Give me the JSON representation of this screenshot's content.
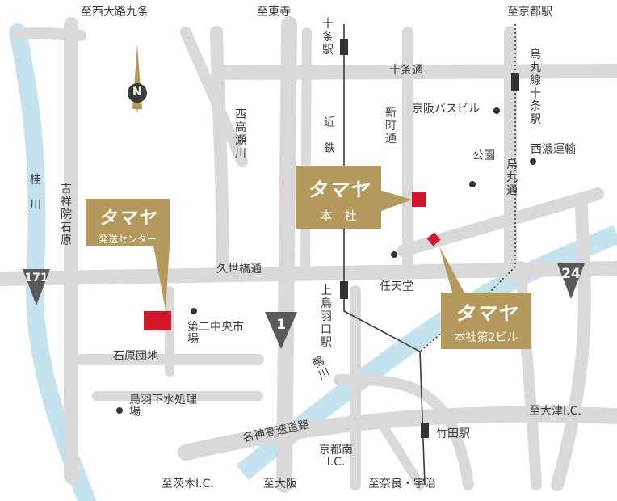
{
  "colors": {
    "road": "#d9d9d9",
    "river": "#c5e2ef",
    "gold": "#b5995c",
    "marker_red": "#d2172a",
    "shield": "#595959",
    "rail": "#3a3a3a",
    "text": "#3a3a3a"
  },
  "icons": {
    "north": "north-arrow-icon",
    "station": "station-icon",
    "poi": "poi-dot-icon",
    "route_shield": "route-shield-icon"
  },
  "compass": {
    "label": "N"
  },
  "directions": {
    "nishioji": "至西大路九条",
    "toji": "至東寺",
    "kyoto_station": "至京都駅",
    "otsu_ic": "至大津I.C.",
    "ibaraki_ic": "至茨木I.C.",
    "osaka": "至大阪",
    "nara_uji": "至奈良・宇治"
  },
  "streets": {
    "jujo_dori": "十条通",
    "kuze_bashi_dori": "久世橋通",
    "shinmachi_dori": "新町通",
    "karasuma_dori": "烏丸通",
    "meishin": "名神高速道路"
  },
  "vertical_labels": {
    "jujo_station": "十条駅",
    "kintetsu": "近鉄",
    "nishi_takase": "西高瀬川",
    "katsura": "桂川",
    "kisshoin": "吉祥院石原",
    "karasuma_jujo": "烏丸線十条駅",
    "kamitoba": "上鳥羽口駅",
    "kamogawa": "鴨川"
  },
  "pois": {
    "keihan_bus": "京阪バスビル",
    "park": "公園",
    "seino": "西濃運輸",
    "nintendo": "任天堂",
    "daini_ichiba": "第二中央市場",
    "ishihara_danchi": "石原団地",
    "toba_treatment": "鳥羽下水処理場",
    "kyoto_minami_ic": "京都南I.C.",
    "takeda_station": "竹田駅"
  },
  "callouts": {
    "hq": {
      "brand": "タマヤ",
      "sub": "本　社"
    },
    "shipping": {
      "brand": "タマヤ",
      "sub": "発送センター"
    },
    "hq2": {
      "brand": "タマヤ",
      "sub": "本社第2ビル"
    }
  },
  "routes": {
    "r171": "171",
    "r24": "24",
    "r1": "1"
  }
}
